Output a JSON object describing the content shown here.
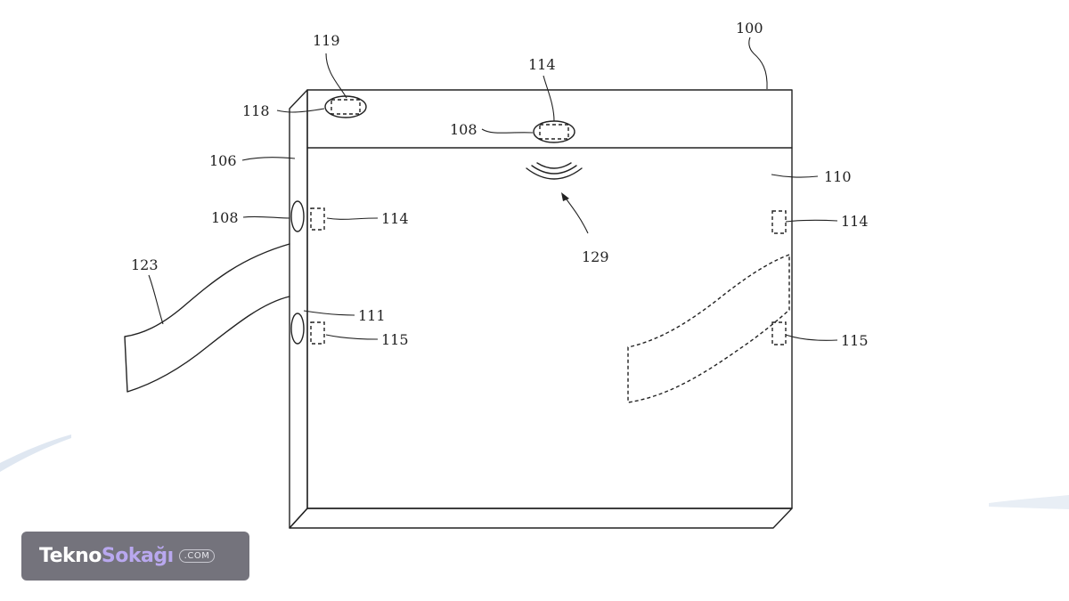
{
  "figure": {
    "labels": {
      "device": "100",
      "edge_panel": "106",
      "sensor_top": "108",
      "sensor_side": "108",
      "front_face": "110",
      "port": "111",
      "element_top": "114",
      "element_side_left": "114",
      "element_side_right": "114",
      "element_lower_left": "115",
      "element_lower_right": "115",
      "top_housing": "118",
      "top_component": "119",
      "cable": "123",
      "signal": "129"
    }
  },
  "watermark": {
    "brand_part1": "Tekno",
    "brand_part2": "Sokağı",
    "domain": ".COM"
  },
  "colors": {
    "line": "#222222",
    "background": "#ffffff",
    "logo_bg": "#74737c",
    "logo_accent": "#b9a8ef"
  }
}
